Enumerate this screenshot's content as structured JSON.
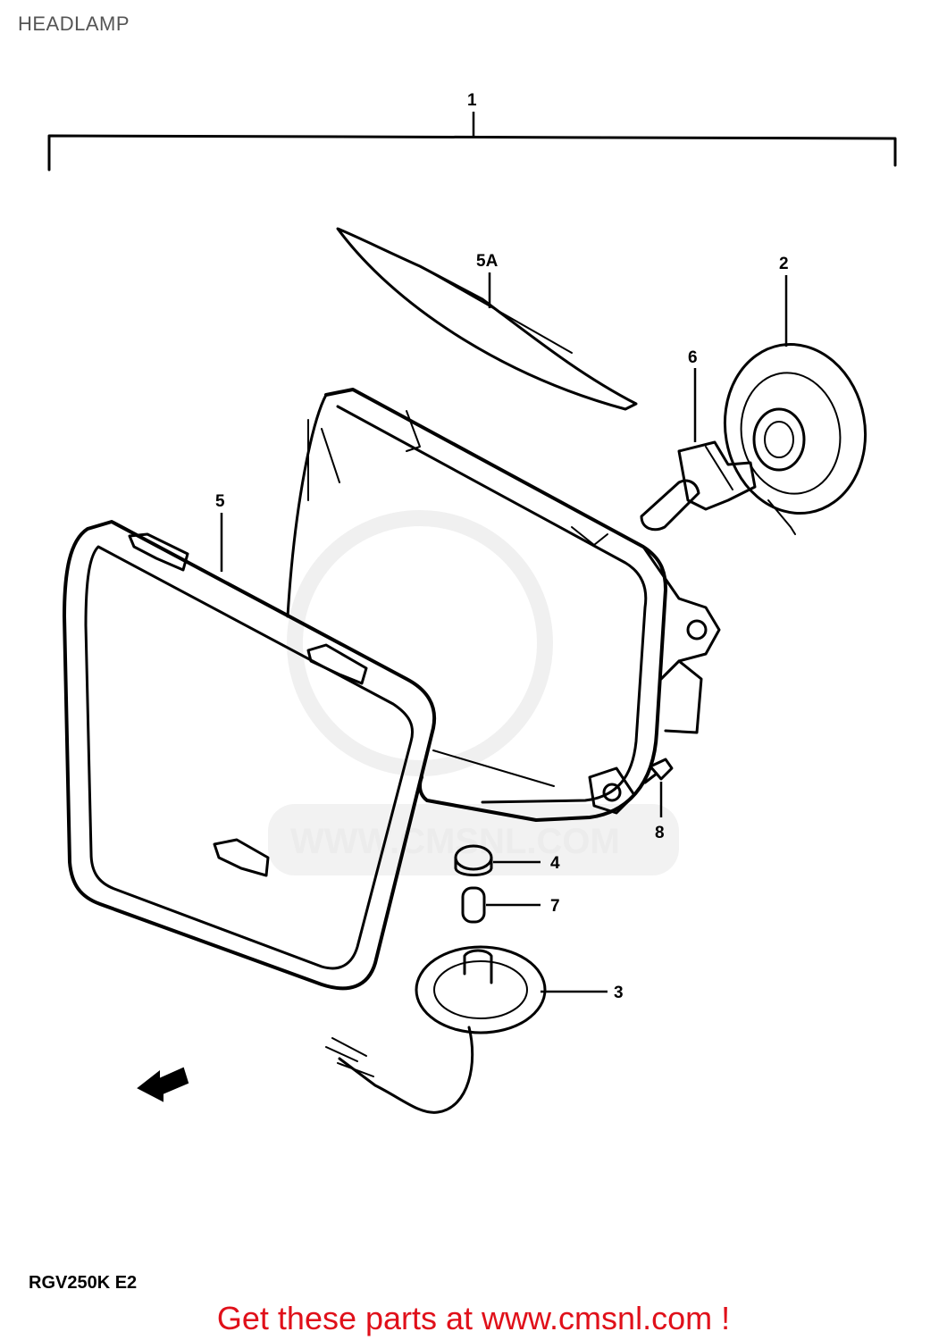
{
  "page": {
    "title": "HEADLAMP",
    "model_code": "RGV250K E2",
    "footer_link": "Get these parts at www.cmsnl.com !",
    "watermark": "WWW.CMSNL.COM"
  },
  "callouts": {
    "c1": "1",
    "c2": "2",
    "c3": "3",
    "c4": "4",
    "c5": "5",
    "c5a": "5A",
    "c6": "6",
    "c7": "7",
    "c8": "8"
  },
  "colors": {
    "footer_text": "#e0101a",
    "title_text": "#555555",
    "line": "#000000"
  }
}
